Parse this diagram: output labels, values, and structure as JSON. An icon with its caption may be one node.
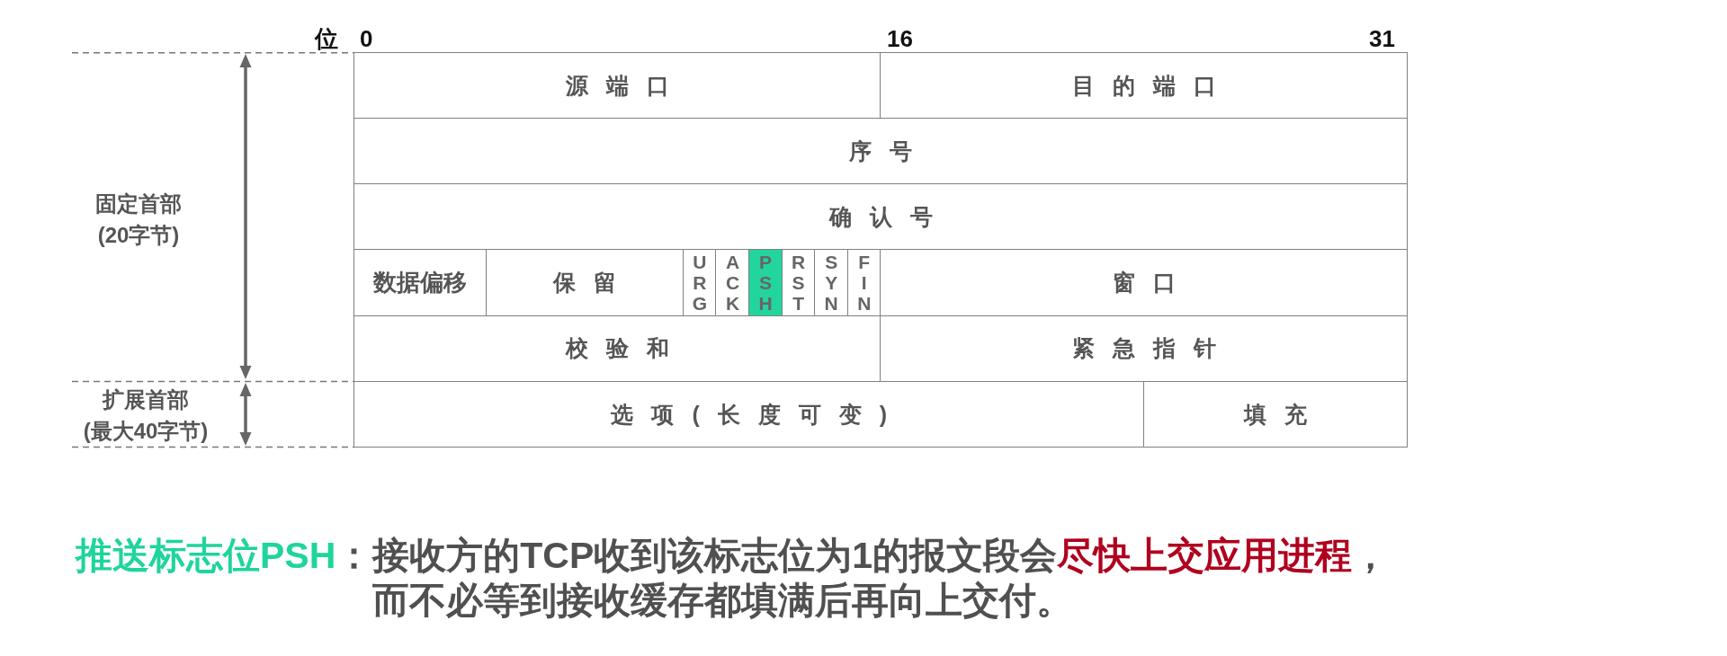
{
  "diagram": {
    "nodes": [
      {
        "text": [
          "源端口"
        ]
      },
      {
        "text": [
          "目的端口"
        ]
      },
      {
        "text": [
          "序号"
        ]
      },
      {
        "text": [
          "确认号"
        ]
      },
      {
        "text": [
          "数据偏移"
        ]
      },
      {
        "text": [
          "保留"
        ]
      },
      {
        "text": [
          "URG"
        ]
      },
      {
        "text": [
          "ACK"
        ]
      },
      {
        "text": [
          "PSH"
        ]
      },
      {
        "text": [
          "RST"
        ]
      },
      {
        "text": [
          "SYN"
        ]
      },
      {
        "text": [
          "FIN"
        ]
      },
      {
        "text": [
          "窗口"
        ]
      },
      {
        "text": [
          "校验和"
        ]
      },
      {
        "text": [
          "紧急指针"
        ]
      },
      {
        "text": [
          "选项(长度可变)"
        ]
      },
      {
        "text": [
          "填充"
        ]
      }
    ],
    "labels": [
      "位",
      "0",
      "16",
      "31",
      "固定首部(20字节)",
      "扩展首部(最大40字节)",
      "推送标志位PSH",
      "：接收方的TCP收到该标志位为1的报文段会**尽快上交应用进程**，而不必等到接收缓存都填满后再向上交付。"
    ]
  }
}
